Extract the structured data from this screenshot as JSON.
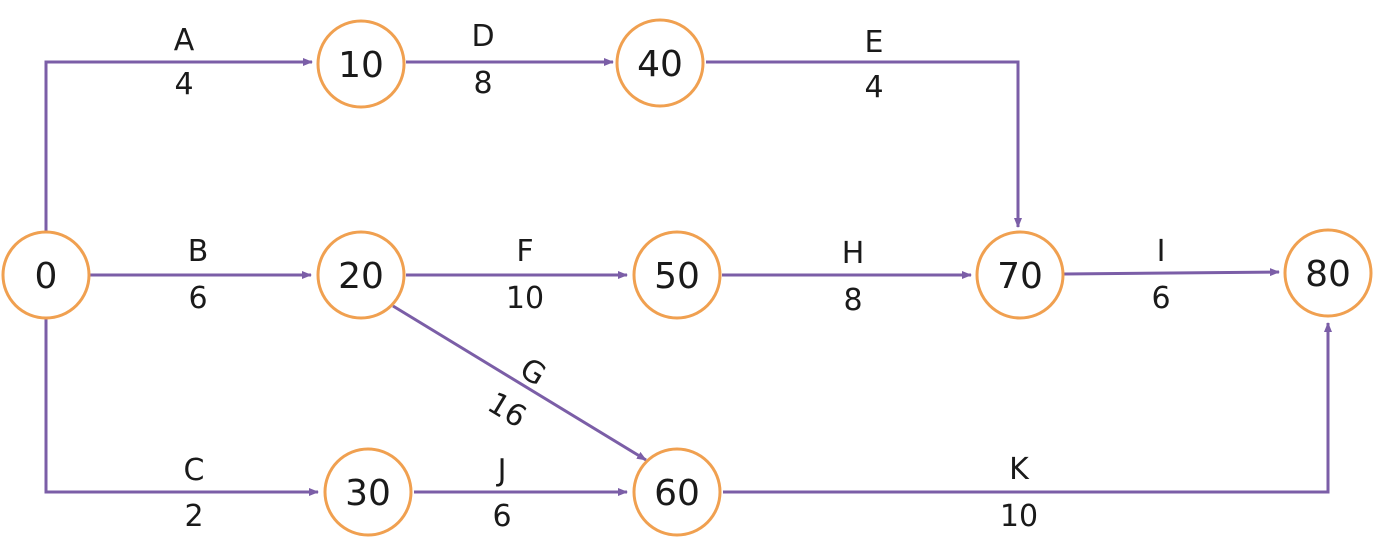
{
  "colors": {
    "node_stroke": "#F0A050",
    "edge_stroke": "#7B5EA7",
    "text": "#1a1a1a",
    "background": "#ffffff"
  },
  "nodes": {
    "n0": {
      "label": "0"
    },
    "n10": {
      "label": "10"
    },
    "n20": {
      "label": "20"
    },
    "n30": {
      "label": "30"
    },
    "n40": {
      "label": "40"
    },
    "n50": {
      "label": "50"
    },
    "n60": {
      "label": "60"
    },
    "n70": {
      "label": "70"
    },
    "n80": {
      "label": "80"
    }
  },
  "edges": {
    "A": {
      "name": "A",
      "duration": "4",
      "from": "0",
      "to": "10"
    },
    "B": {
      "name": "B",
      "duration": "6",
      "from": "0",
      "to": "20"
    },
    "C": {
      "name": "C",
      "duration": "2",
      "from": "0",
      "to": "30"
    },
    "D": {
      "name": "D",
      "duration": "8",
      "from": "10",
      "to": "40"
    },
    "E": {
      "name": "E",
      "duration": "4",
      "from": "40",
      "to": "70"
    },
    "F": {
      "name": "F",
      "duration": "10",
      "from": "20",
      "to": "50"
    },
    "G": {
      "name": "G",
      "duration": "16",
      "from": "20",
      "to": "60"
    },
    "H": {
      "name": "H",
      "duration": "8",
      "from": "50",
      "to": "70"
    },
    "I": {
      "name": "I",
      "duration": "6",
      "from": "70",
      "to": "80"
    },
    "J": {
      "name": "J",
      "duration": "6",
      "from": "30",
      "to": "60"
    },
    "K": {
      "name": "K",
      "duration": "10",
      "from": "60",
      "to": "80"
    }
  }
}
